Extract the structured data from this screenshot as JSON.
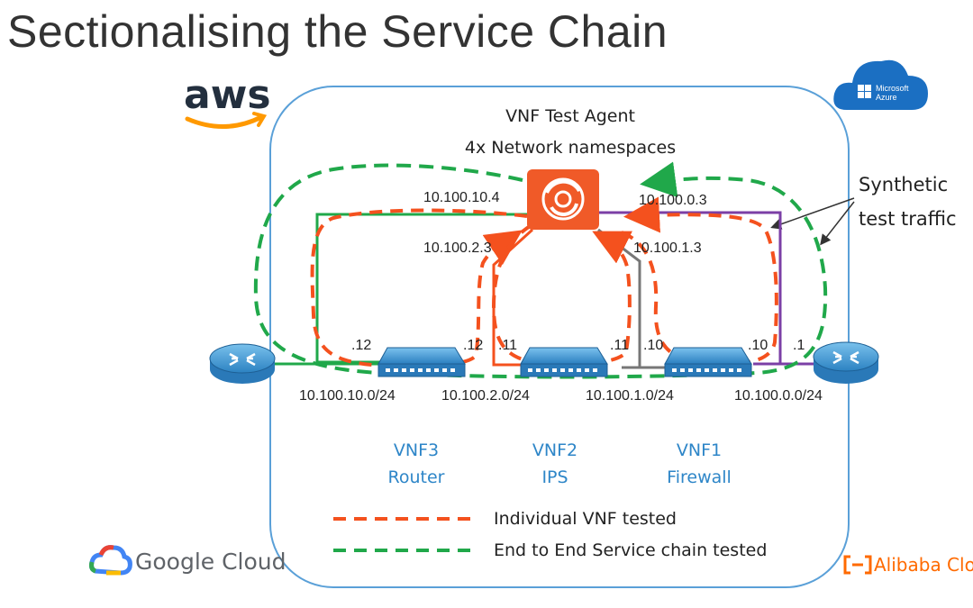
{
  "title": "Sectionalising the Service Chain",
  "cloud_logos": {
    "aws": "aws",
    "azure_line1": "Microsoft",
    "azure_line2": "Azure",
    "google": "Google Cloud",
    "alibaba": "Alibaba Clou"
  },
  "agent": {
    "line1": "VNF Test Agent",
    "line2": "4x Network namespaces"
  },
  "synthetic": {
    "line1": "Synthetic",
    "line2": "test traffic"
  },
  "ips": {
    "agent_left_top": "10.100.10.4",
    "agent_left_bottom": "10.100.2.3",
    "agent_right_top": "10.100.0.3",
    "agent_right_bottom": "10.100.1.3",
    "vnf3_left": ".12",
    "vnf3_right": ".12",
    "vnf2_left": ".11",
    "vnf2_right": ".11",
    "vnf1_left": ".10",
    "vnf1_right": ".10",
    "router_right": ".1"
  },
  "subnets": [
    "10.100.10.0/24",
    "10.100.2.0/24",
    "10.100.1.0/24",
    "10.100.0.0/24"
  ],
  "vnfs": [
    {
      "id": "VNF3",
      "role": "Router"
    },
    {
      "id": "VNF2",
      "role": "IPS"
    },
    {
      "id": "VNF1",
      "role": "Firewall"
    }
  ],
  "legend": [
    {
      "label": "Individual VNF tested",
      "color": "#f4511e"
    },
    {
      "label": "End to End Service chain tested",
      "color": "#20a84a"
    }
  ],
  "colors": {
    "orange": "#f4511e",
    "green": "#20a84a",
    "purple": "#7b3fa6",
    "gray": "#777777",
    "blue": "#2e86c8",
    "border": "#5aa0d8"
  }
}
